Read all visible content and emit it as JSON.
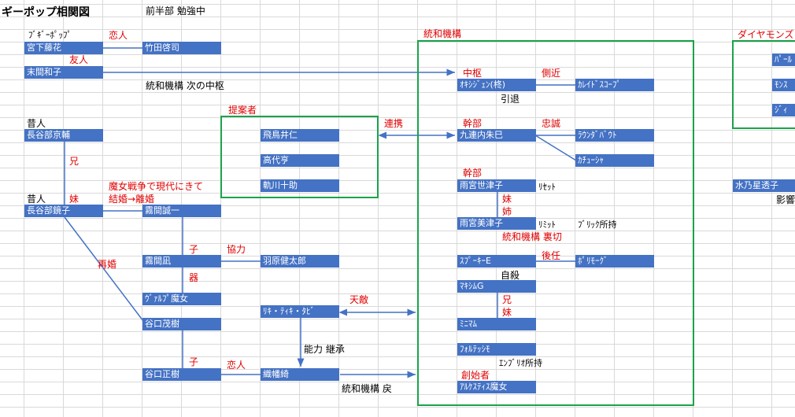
{
  "header": {
    "title": "ギーポップ相関図",
    "status": "前半部 勉強中"
  },
  "groups": {
    "ichiwa_label": "統和機構",
    "diamond_label": "ダイヤモンズ",
    "proposer_label": "提案者"
  },
  "nodes": {
    "miyashita": "宮下藤花",
    "takeda": "竹田啓司",
    "suema": "末間和子",
    "hasebe_kyosuke": "長谷部京輔",
    "hasebe_kyoko": "長谷部鏡子",
    "kirima_seiichi": "霧間誠一",
    "kirima_nagi": "霧間凪",
    "habara": "羽原健太郎",
    "valkyrie": "ｳﾞｧﾙﾌﾟ魔女",
    "taniguchi_shigeki": "谷口茂樹",
    "taniguchi_masaki": "谷口正樹",
    "orihata": "織幡綺",
    "riki": "ﾘｷ・ﾃｨｷ・ﾀﾋﾞ",
    "asuka": "飛鳥井仁",
    "takashiro": "高代亨",
    "utsuro": "軌川十助",
    "axis": "ｵｷｼｼﾞｪﾝ(柊)",
    "kaleido": "ｶﾚｲﾄﾞｽｺｰﾌﾟ",
    "kudanuchi": "九連内朱巳",
    "round": "ﾗｳﾝﾀﾞﾊﾞｳﾄ",
    "kachusha": "ｶﾁｭｰｼｬ",
    "amamiya_setsuko": "雨宮世津子",
    "amamiya_mitsuko": "雨宮美津子",
    "spooky": "ｽﾌﾟｰｷｰE",
    "pollymorg": "ﾎﾟﾘﾓｰｸﾞ",
    "maxim": "ﾏｷｼﾑG",
    "minimum": "ﾐﾆﾏﾑ",
    "fortissimo": "ﾌｫﾙﾃｯｼﾓ",
    "alcastis": "ｱﾙｹｽﾃｨｽ魔女",
    "pearl": "ﾊﾟｰﾙ",
    "monster": "ﾓﾝｽ",
    "ji": "ｼﾞｨ",
    "mizunohoshi": "水乃星透子"
  },
  "labels": {
    "boogiepop": "ﾌﾞｷﾞｰﾎﾟｯﾌﾟ",
    "lover1": "恋人",
    "friend": "友人",
    "next_center": "統和機構 次の中枢",
    "past1": "昔人",
    "brother": "兄",
    "past2": "昔人",
    "sister1": "妹",
    "witch_war": "魔女戦争で現代にきて",
    "marriage": "結婚→離婚",
    "remarriage": "再婚",
    "child1": "子",
    "cooperate": "協力",
    "vessel": "器",
    "nemesis": "天敵",
    "ability": "能力 継承",
    "child2": "子",
    "lover2": "恋人",
    "ichiwa_return": "統和機構 戻",
    "alliance": "連携",
    "center": "中枢",
    "close_aide": "側近",
    "retired": "引退",
    "executive1": "幹部",
    "loyalty": "忠誠",
    "executive2": "幹部",
    "reset": "ﾘｾｯﾄ",
    "sister2": "妹",
    "sister3": "姉",
    "limit": "ﾘﾐｯﾄ",
    "brick": "ﾌﾞﾘｯｸ所持",
    "betrayal": "統和機構 裏切",
    "successor": "後任",
    "suicide": "自殺",
    "brother2": "兄",
    "sister4": "妹",
    "embryo": "ｴﾝﾌﾞﾘｵ所持",
    "founder": "創始者",
    "shadow": "影響"
  },
  "colors": {
    "node": "#4472c4",
    "relation": "#e00000",
    "group_border": "#1aa34a",
    "line": "#4472c4"
  }
}
